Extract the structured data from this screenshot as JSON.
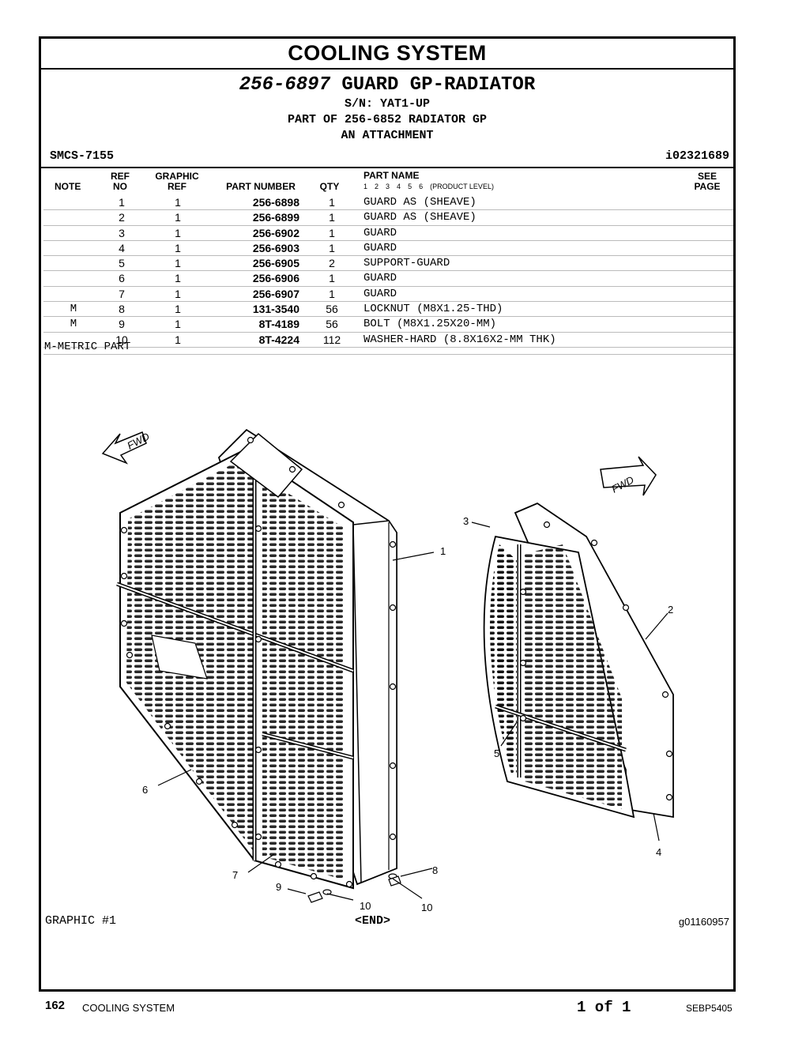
{
  "header": {
    "section_title": "COOLING SYSTEM",
    "part_number": "256-6897",
    "part_title": "GUARD GP-RADIATOR",
    "serial": "S/N: YAT1-UP",
    "part_of": "PART OF 256-6852 RADIATOR GP",
    "attachment": "AN ATTACHMENT",
    "smcs": "SMCS-7155",
    "illustration_ref": "i02321689"
  },
  "columns": {
    "note": "NOTE",
    "ref_top": "REF",
    "ref_bottom": "NO",
    "graphic_top": "GRAPHIC",
    "graphic_bottom": "REF",
    "part_number": "PART NUMBER",
    "qty": "QTY",
    "part_name": "PART NAME",
    "levels": [
      "1",
      "2",
      "3",
      "4",
      "5",
      "6"
    ],
    "product_level": "(PRODUCT LEVEL)",
    "see_top": "SEE",
    "see_bottom": "PAGE"
  },
  "parts": [
    {
      "note": "",
      "ref": "1",
      "graphic": "1",
      "part_number": "256-6898",
      "qty": "1",
      "name": "GUARD AS (SHEAVE)"
    },
    {
      "note": "",
      "ref": "2",
      "graphic": "1",
      "part_number": "256-6899",
      "qty": "1",
      "name": "GUARD AS (SHEAVE)"
    },
    {
      "note": "",
      "ref": "3",
      "graphic": "1",
      "part_number": "256-6902",
      "qty": "1",
      "name": "GUARD"
    },
    {
      "note": "",
      "ref": "4",
      "graphic": "1",
      "part_number": "256-6903",
      "qty": "1",
      "name": "GUARD"
    },
    {
      "note": "",
      "ref": "5",
      "graphic": "1",
      "part_number": "256-6905",
      "qty": "2",
      "name": "SUPPORT-GUARD"
    },
    {
      "note": "",
      "ref": "6",
      "graphic": "1",
      "part_number": "256-6906",
      "qty": "1",
      "name": "GUARD"
    },
    {
      "note": "",
      "ref": "7",
      "graphic": "1",
      "part_number": "256-6907",
      "qty": "1",
      "name": "GUARD"
    },
    {
      "note": "M",
      "ref": "8",
      "graphic": "1",
      "part_number": "131-3540",
      "qty": "56",
      "name": "LOCKNUT (M8X1.25-THD)"
    },
    {
      "note": "M",
      "ref": "9",
      "graphic": "1",
      "part_number": "8T-4189",
      "qty": "56",
      "name": "BOLT (M8X1.25X20-MM)"
    },
    {
      "note": "",
      "ref": "10",
      "graphic": "1",
      "part_number": "8T-4224",
      "qty": "112",
      "name": "WASHER-HARD (8.8X16X2-MM THK)"
    }
  ],
  "note_text": "M-METRIC PART",
  "drawing": {
    "fwd_label": "FWD",
    "callouts": [
      "1",
      "2",
      "3",
      "4",
      "5",
      "6",
      "7",
      "8",
      "9",
      "10",
      "10"
    ]
  },
  "graphic": {
    "label": "GRAPHIC #1",
    "end": "<END>",
    "ref": "g01160957"
  },
  "footer": {
    "page": "162",
    "section": "COOLING SYSTEM",
    "page_of": "1 of 1",
    "doc": "SEBP5405"
  }
}
